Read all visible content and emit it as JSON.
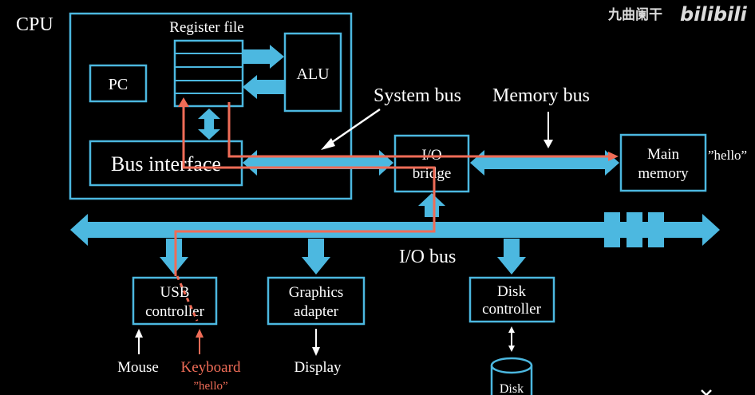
{
  "watermark": {
    "channel": "九曲阑干",
    "brand": "bilibili"
  },
  "cpu": {
    "label": "CPU",
    "register_file": "Register file",
    "pc": "PC",
    "alu": "ALU",
    "bus_interface": "Bus interface"
  },
  "labels": {
    "system_bus": "System bus",
    "memory_bus": "Memory bus",
    "io_bus": "I/O bus"
  },
  "io_bridge": {
    "line1": "I/O",
    "line2": "bridge"
  },
  "main_memory": {
    "line1": "Main",
    "line2": "memory",
    "content": "”hello”"
  },
  "usb_controller": {
    "line1": "USB",
    "line2": "controller"
  },
  "graphics_adapter": {
    "line1": "Graphics",
    "line2": "adapter"
  },
  "disk_controller": {
    "line1": "Disk",
    "line2": "controller"
  },
  "devices": {
    "mouse": "Mouse",
    "keyboard": "Keyboard",
    "keyboard_input": "”hello”",
    "display": "Display",
    "disk": "Disk"
  },
  "colors": {
    "bus": "#4cb8e0",
    "data_path": "#ef6c57",
    "background": "#000000"
  }
}
